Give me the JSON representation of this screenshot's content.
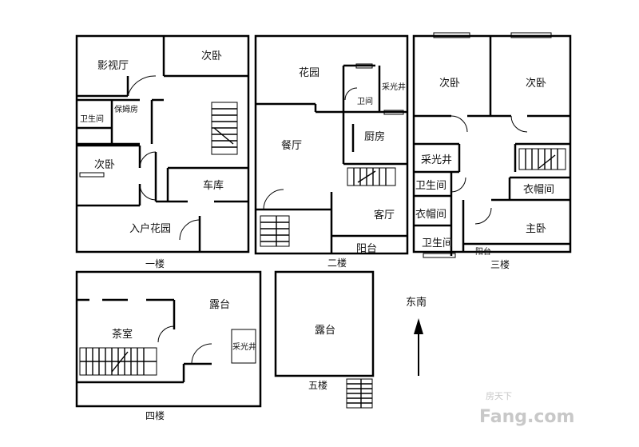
{
  "floors": {
    "f1": {
      "label": "一楼",
      "rooms": {
        "media_room": "影视厅",
        "bedroom_top": "次卧",
        "nanny_room": "保姆房",
        "bathroom": "卫生间",
        "bedroom_left": "次卧",
        "garage": "车库",
        "entry_garden": "入户花园"
      }
    },
    "f2": {
      "label": "二楼",
      "rooms": {
        "garden": "花园",
        "wc": "卫间",
        "light_well": "采光井",
        "kitchen": "厨房",
        "dining": "餐厅",
        "living": "客厅",
        "balcony": "阳台"
      }
    },
    "f3": {
      "label": "三楼",
      "rooms": {
        "bedroom_a": "次卧",
        "bedroom_b": "次卧",
        "light_well": "采光井",
        "bathroom_a": "卫生间",
        "cloakroom_a": "衣帽间",
        "cloakroom_b": "衣帽间",
        "bathroom_b": "卫生间",
        "master": "主卧",
        "balcony": "阳台"
      }
    },
    "f4": {
      "label": "四楼",
      "rooms": {
        "terrace": "露台",
        "tea_room": "茶室",
        "light_well": "采光井"
      }
    },
    "f5": {
      "label": "五楼",
      "rooms": {
        "terrace": "露台"
      }
    }
  },
  "compass": {
    "label": "东南"
  },
  "watermark": {
    "brand": "Fang.com",
    "sub": "房天下"
  }
}
